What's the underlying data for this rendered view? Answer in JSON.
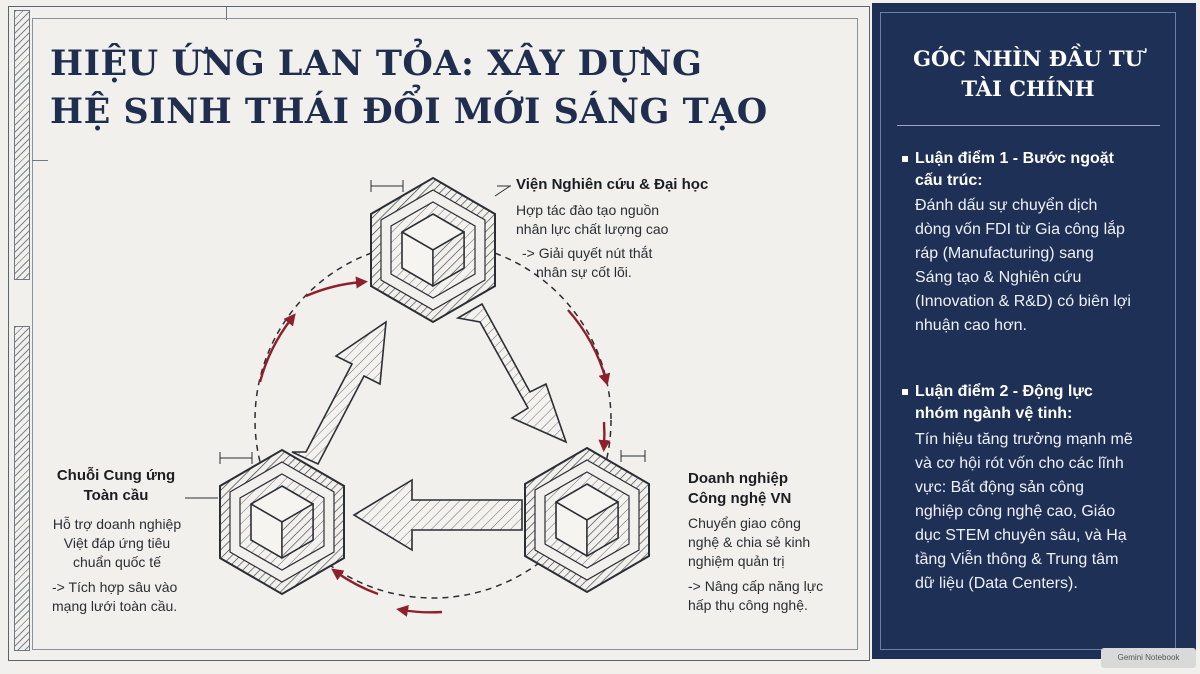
{
  "title": {
    "line1": "HIỆU ỨNG LAN TỎA: XÂY DỰNG",
    "line2": "HỆ SINH THÁI ĐỔI MỚI SÁNG TẠO"
  },
  "nodes": {
    "top": {
      "title": "Viện Nghiên cứu & Đại học",
      "body_lines": [
        "Hợp tác đào tạo nguồn",
        "nhân lực chất lượng cao"
      ],
      "result_lines": [
        "-> Giải quyết nút thắt",
        "nhân sự cốt lõi."
      ]
    },
    "right": {
      "title_lines": [
        "Doanh nghiệp",
        "Công nghệ VN"
      ],
      "body_lines": [
        "Chuyển giao công",
        "nghệ & chia sẻ kinh",
        "nghiệm quản trị"
      ],
      "result_lines": [
        "-> Nâng cấp năng lực",
        "hấp thụ công nghệ."
      ]
    },
    "left": {
      "title_lines": [
        "Chuỗi Cung ứng",
        "Toàn cầu"
      ],
      "body_lines": [
        "Hỗ trợ doanh nghiệp",
        "Việt đáp ứng tiêu",
        "chuẩn quốc tế"
      ],
      "result_lines": [
        "-> Tích hợp sâu vào",
        "mạng lưới toàn cầu."
      ]
    }
  },
  "panel": {
    "title_line1": "GÓC NHÌN ĐẦU TƯ",
    "title_line2": "TÀI CHÍNH",
    "points": [
      {
        "head_lines": [
          "Luận điểm 1 - Bước ngoặt",
          "cấu trúc:"
        ],
        "body_lines": [
          "Đánh dấu sự chuyển dịch",
          "dòng vốn FDI từ Gia công lắp",
          "ráp (Manufacturing) sang",
          "Sáng tạo & Nghiên cứu",
          "(Innovation & R&D) có biên lợi",
          "nhuận cao hơn."
        ]
      },
      {
        "head_lines": [
          "Luận điểm 2 - Động lực",
          "nhóm ngành vệ tinh:"
        ],
        "body_lines": [
          "Tín hiệu tăng trưởng mạnh mẽ",
          "và cơ hội rót vốn cho các lĩnh",
          "vực: Bất động sản công",
          "nghiệp công nghệ cao, Giáo",
          "dục STEM chuyên sâu, và Hạ",
          "tầng Viễn thông & Trung tâm",
          "dữ liệu (Data Centers)."
        ]
      }
    ]
  },
  "watermark": "Gemini Notebook",
  "colors": {
    "navy": "#1f3056",
    "title_ink": "#1f2d4e",
    "accent_red": "#8e1f2c",
    "paper": "#f1f0ec"
  }
}
